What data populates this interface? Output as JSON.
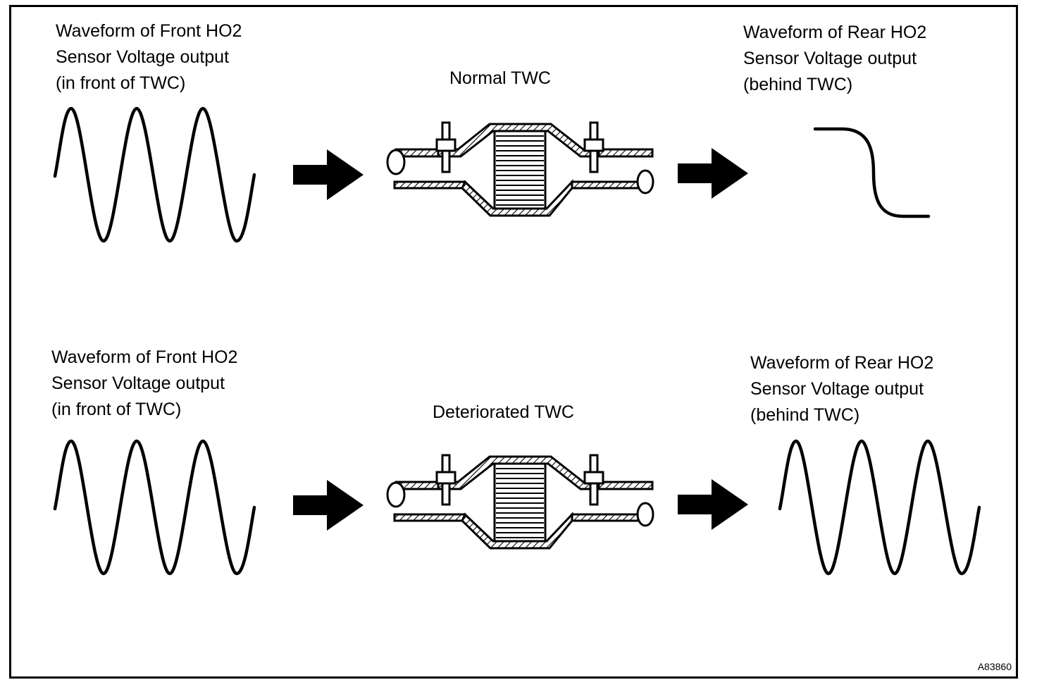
{
  "top_row": {
    "front_label": [
      "Waveform of Front HO2",
      "Sensor Voltage output",
      "(in front of TWC)"
    ],
    "twc_label": "Normal TWC",
    "rear_label": [
      "Waveform of Rear HO2",
      "Sensor Voltage output",
      "(behind TWC)"
    ]
  },
  "bottom_row": {
    "front_label": [
      "Waveform of Front HO2",
      "Sensor Voltage output",
      "(in front of TWC)"
    ],
    "twc_label": "Deteriorated TWC",
    "rear_label": [
      "Waveform of Rear HO2",
      "Sensor Voltage output",
      "(behind TWC)"
    ]
  },
  "figure_code": "A83860",
  "colors": {
    "line": "#000000",
    "background": "#ffffff"
  },
  "icons": {
    "arrow": "right-arrow-icon",
    "converter": "catalytic-converter-icon"
  }
}
